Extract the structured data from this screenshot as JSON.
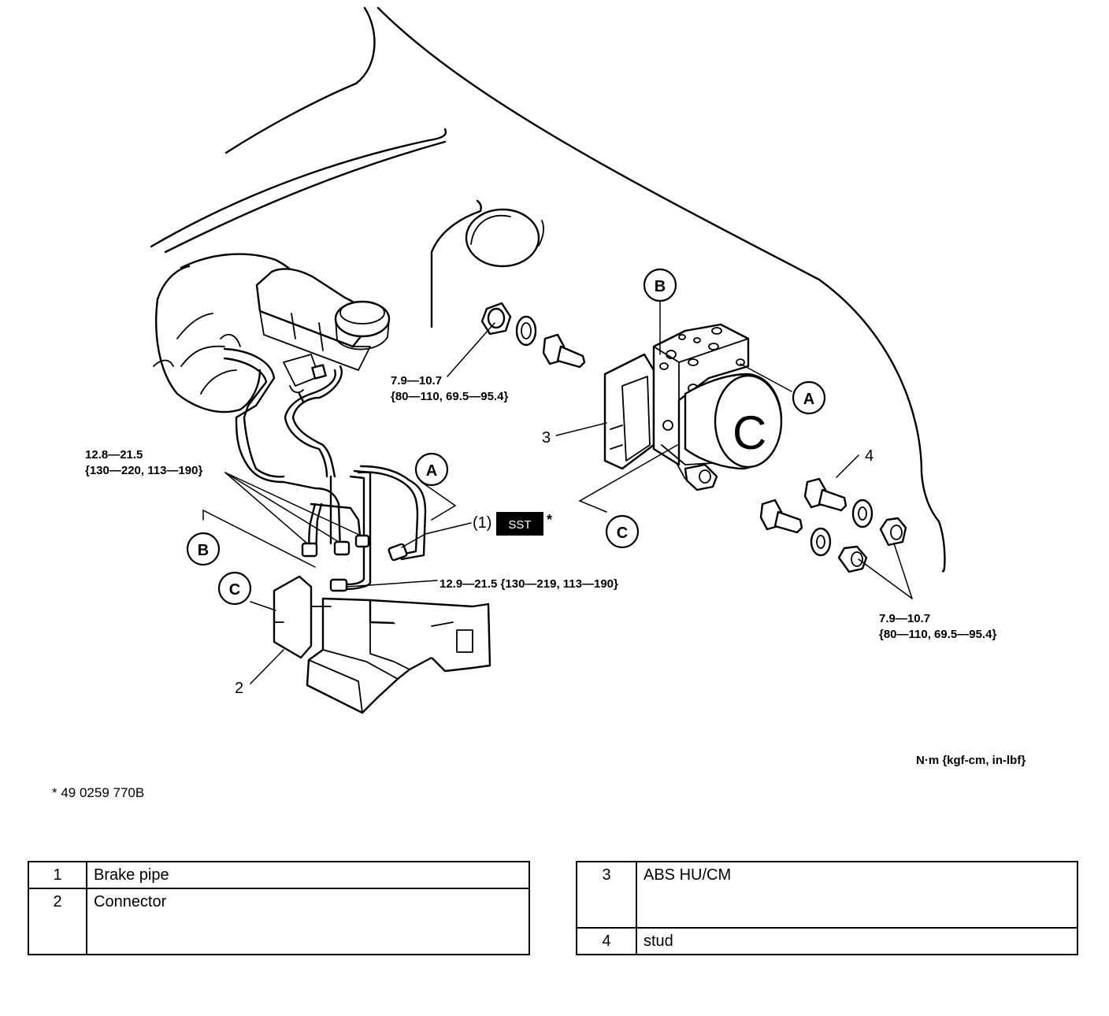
{
  "callouts": {
    "A": "A",
    "B": "B",
    "C": "C",
    "item1": "(1)",
    "item2": "2",
    "item3": "3",
    "item4": "4",
    "sst": "SST",
    "asterisk": "*"
  },
  "torques": {
    "upper_nut_line1": "7.9—10.7",
    "upper_nut_line2": "{80—110, 69.5—95.4}",
    "flare_left_line1": "12.8—21.5",
    "flare_left_line2": "{130—220, 113—190}",
    "flare_bottom": "12.9—21.5 {130—219, 113—190}",
    "lower_nut_line1": "7.9—10.7",
    "lower_nut_line2": "{80—110, 69.5—95.4}"
  },
  "units": "N·m {kgf-cm, in-lbf}",
  "sst_number": "* 49 0259 770B",
  "parts_left": [
    {
      "num": "1",
      "name": "Brake pipe"
    },
    {
      "num": "2",
      "name": "Connector"
    }
  ],
  "parts_right": [
    {
      "num": "3",
      "name": "ABS HU/CM"
    },
    {
      "num": "4",
      "name": "stud"
    }
  ],
  "colors": {
    "line": "#000000",
    "background": "#ffffff",
    "badge": "#000000"
  }
}
